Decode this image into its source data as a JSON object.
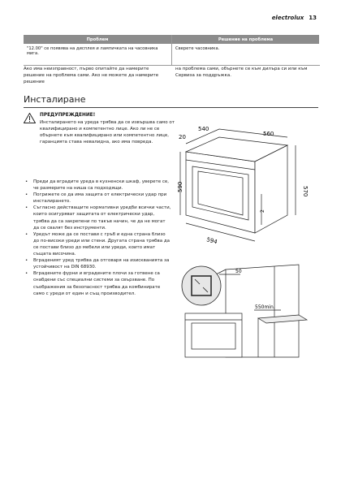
{
  "header": {
    "brand": "electrolux",
    "page_number": "13"
  },
  "table": {
    "col1_header": "Проблем",
    "col2_header": "Решение на проблема",
    "row1_col1": "\"12.00\" се появява на дисплея и лампичката на часовника мига.",
    "row1_col2": "Сверете часовника."
  },
  "para": {
    "left": "Ако има неизправност, първо опитайте да намерите решение на проблема сами. Ако не можете да намерите решение",
    "right": "на проблема сами, обърнете се към дилъра си или към Сервиза за поддръжка."
  },
  "section_title": "Инсталиране",
  "warning": {
    "title": "ПРЕДУПРЕЖДЕНИЕ!",
    "text": "Инсталирането на уреда трябва да се извършва само от квалифицирано и компетентно лице. Ако ли не се обърнете към квалифицирано или компетентно лице, гаранцията става невалидна, ако има повреда."
  },
  "bullets": [
    "Преди да вградите уреда в кухненски шкаф, уверете се, че размерите на ниша са подходящи.",
    "Погрижете се да има защита от електрически удар при инсталирането.",
    "Съгласно действащите нормативни уредби всички части, които осигуряват защитата от електрически удар, трябва да са закрепени по такъв начин, че да не могат да се свалят без инструменти.",
    "Уредът може да се постави с гръб и една страна близо до по-високи уреди или стени. Другата страна трябва да се постави близо до мебели или уреди, които имат същата височина.",
    "Вграденият уред трябва да отговаря на изискванията за устойчивост на DIN 68930.",
    "Вградените фурни и вградените плочи за готвене са снабдени със специални системи за свързване. По съображения за безопасност трябва да комбинирате само с уреди от един и същ производител."
  ],
  "diagram1": {
    "dim_top_left": "20",
    "dim_top": "540",
    "dim_top_right": "560",
    "dim_left": "590",
    "dim_right": "570",
    "dim_small": "2",
    "dim_bottom": "594"
  },
  "diagram2": {
    "dim_top": "50",
    "dim_label": "550min."
  }
}
